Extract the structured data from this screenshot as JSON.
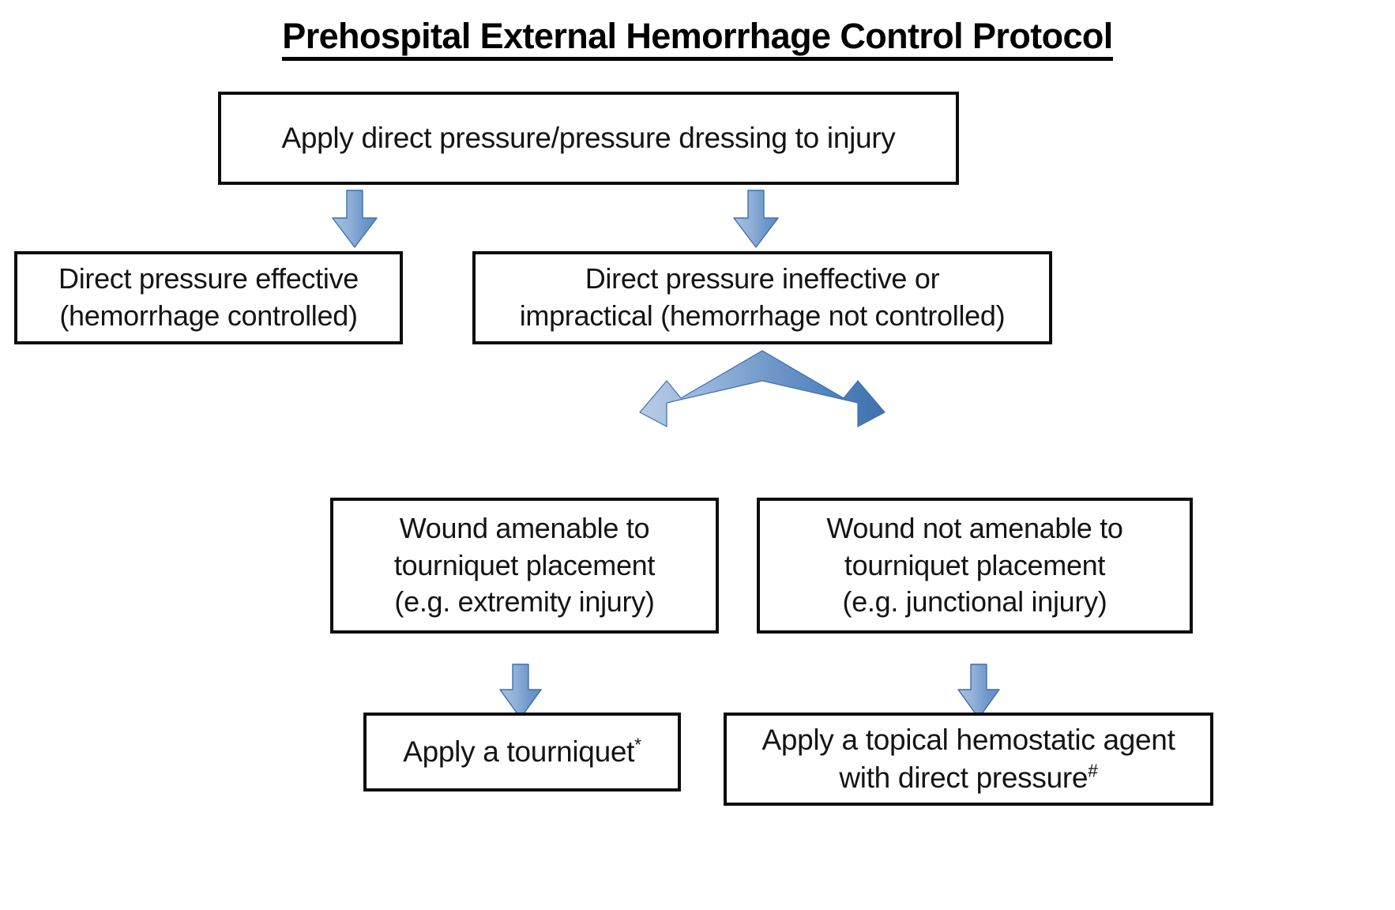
{
  "page": {
    "title": "Prehospital External Hemorrhage Control Protocol",
    "background_color": "#ffffff",
    "text_color": "#141414",
    "box_border_color": "#0d0d0d",
    "arrow_fill_light": "#95b3d7",
    "arrow_fill_dark": "#4f81bd",
    "arrow_stroke": "#3a6ca8"
  },
  "nodes": {
    "apply_pressure": {
      "id": "apply-pressure",
      "label": "Apply direct pressure/pressure dressing to injury"
    },
    "effective": {
      "id": "direct-pressure-effective",
      "line1": "Direct pressure effective",
      "line2": "(hemorrhage controlled)"
    },
    "ineffective": {
      "id": "direct-pressure-ineffective",
      "line1": "Direct pressure ineffective or",
      "line2": "impractical (hemorrhage not controlled)"
    },
    "amenable": {
      "id": "wound-amenable",
      "line1": "Wound amenable to",
      "line2": "tourniquet placement",
      "line3": "(e.g. extremity injury)"
    },
    "not_amenable": {
      "id": "wound-not-amenable",
      "line1": "Wound not amenable to",
      "line2": "tourniquet placement",
      "line3": "(e.g. junctional injury)"
    },
    "tourniquet": {
      "id": "apply-tourniquet",
      "label": "Apply a tourniquet",
      "superscript": "*"
    },
    "hemostatic": {
      "id": "apply-hemostatic-agent",
      "line1": "Apply a topical hemostatic agent",
      "line2": "with direct pressure",
      "superscript": "#"
    }
  },
  "arrows": [
    {
      "id": "arrow-to-effective",
      "direction": "down",
      "from": "apply_pressure",
      "to": "effective"
    },
    {
      "id": "arrow-to-ineffective",
      "direction": "down",
      "from": "apply_pressure",
      "to": "ineffective"
    },
    {
      "id": "arrow-bifurcate",
      "direction": "bent-double",
      "from": "ineffective",
      "to": "amenable,not_amenable"
    },
    {
      "id": "arrow-to-tourniquet",
      "direction": "down",
      "from": "amenable",
      "to": "tourniquet"
    },
    {
      "id": "arrow-to-hemostatic",
      "direction": "down",
      "from": "not_amenable",
      "to": "hemostatic"
    }
  ]
}
